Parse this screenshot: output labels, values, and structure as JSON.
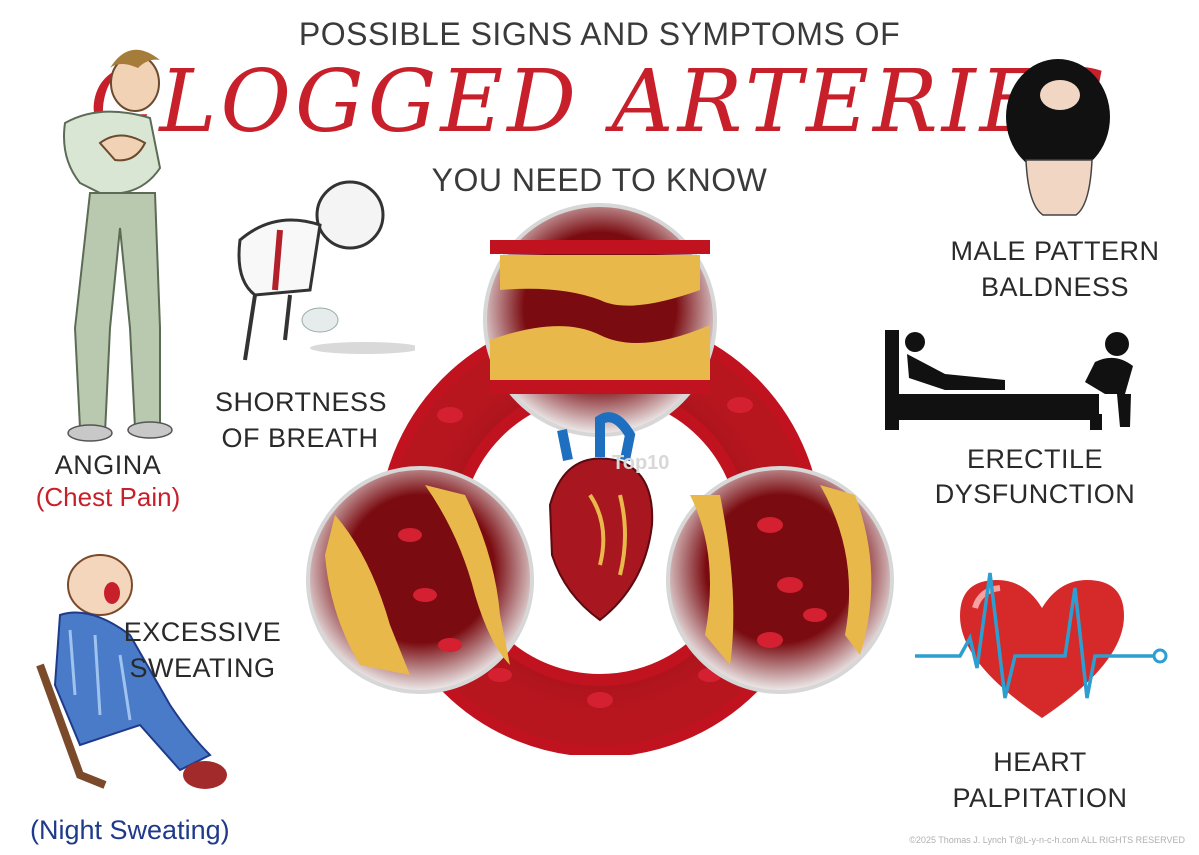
{
  "header": {
    "line1": "POSSIBLE SIGNS AND SYMPTOMS OF",
    "line2": "CLOGGED ARTERIES",
    "line3": "YOU NEED TO KNOW"
  },
  "symptoms": {
    "angina": {
      "line1": "ANGINA",
      "note": "(Chest Pain)"
    },
    "breath": {
      "line1": "SHORTNESS",
      "line2": "OF BREATH"
    },
    "sweating": {
      "line1": "EXCESSIVE",
      "line2": "SWEATING",
      "note": "(Night Sweating)"
    },
    "baldness": {
      "line1": "MALE PATTERN",
      "line2": "BALDNESS"
    },
    "ed": {
      "line1": "ERECTILE",
      "line2": "DYSFUNCTION"
    },
    "palpitation": {
      "line1": "HEART",
      "line2": "PALPITATION"
    }
  },
  "watermark": "Top10",
  "copyright": "©2025 Thomas J. Lynch T@L-y-n-c-h.com ALL RIGHTS RESERVED",
  "colors": {
    "accent_red": "#c8202a",
    "text_dark": "#2a2a2a",
    "note_blue": "#1f3a8a",
    "plaque_yellow": "#e9b84a"
  },
  "icons": [
    "chest-pain-man-illustration",
    "breathless-figure-illustration",
    "night-sweating-man-illustration",
    "bald-head-illustration",
    "bed-couple-icon",
    "heart-ecg-icon",
    "anatomical-heart-illustration",
    "artery-ring-illustration"
  ]
}
